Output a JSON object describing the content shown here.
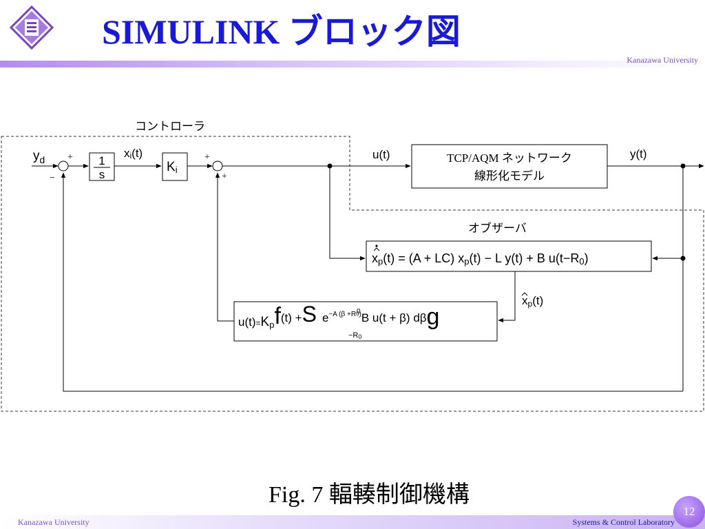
{
  "header": {
    "title": "SIMULINK ブロック図",
    "university": "Kanazawa University"
  },
  "diagram": {
    "controller_label": "コントローラ",
    "observer_label": "オブザーバ",
    "input_signal": "y",
    "input_signal_sub": "d",
    "sum1_plus": "+",
    "sum1_minus": "−",
    "integrator_num": "1",
    "integrator_den": "s",
    "xi_signal": "x",
    "xi_sub": "i",
    "xi_arg": "(t)",
    "gain_label": "K",
    "gain_sub": "i",
    "sum2_plus_top": "+",
    "sum2_plus_bottom": "+",
    "u_signal": "u(t)",
    "plant_line1": "TCP/AQM ネットワーク",
    "plant_line2": "線形化モデル",
    "y_signal": "y(t)",
    "xp_hat_signal": "x",
    "xp_hat_sub": "p",
    "xp_hat_arg": "(t)",
    "observer_eq": {
      "xp": "x",
      "p": "p",
      "rhs_a": "(t) = (A + LC) ",
      "rhs_b": "(t) − L y(t) + B u(t−R",
      "r0": "0",
      "close": ")"
    },
    "control_law": {
      "lhs": "u(t)",
      "eq": "=",
      "k": "K",
      "p": "p",
      "open": "f",
      "xp_arg": "(t) +",
      "int": "S",
      "upper": "0",
      "lower": "−R",
      "lower_sub": "0",
      "e": "e",
      "exp": "−A (β +R",
      "exp_sub": "0",
      "exp_close": ")",
      "bu": "B u(t + β) dβ",
      "close": "g"
    }
  },
  "caption": "Fig. 7 輻輳制御機構",
  "footer": {
    "left": "Kanazawa University",
    "right": "Systems & Control Laboratory",
    "page": "12"
  },
  "colors": {
    "title": "#1a1ad6",
    "accent": "#9a6ee8",
    "footer_text": "#7a4fc9"
  }
}
